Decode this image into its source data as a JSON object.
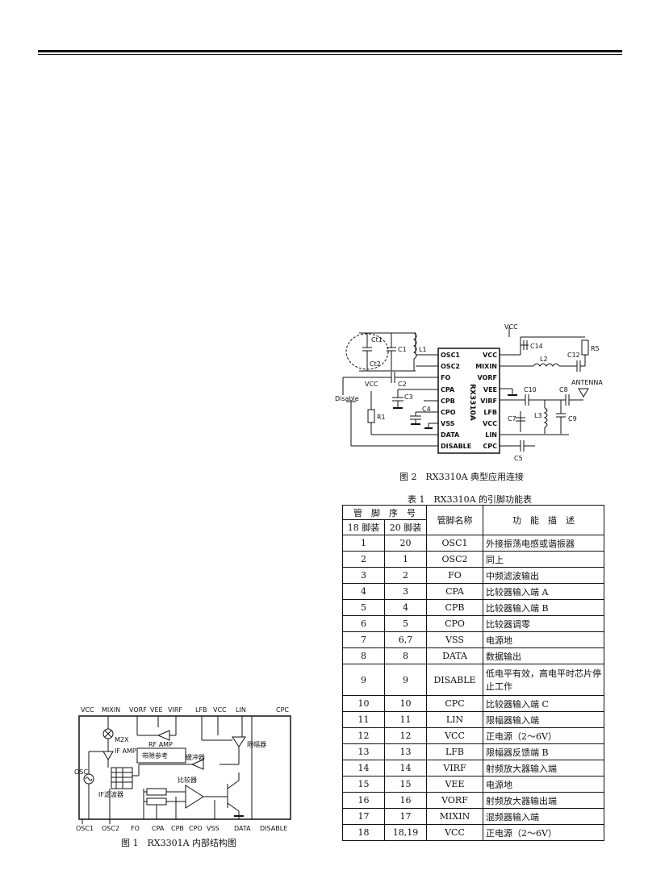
{
  "figure1": {
    "caption": "图 1　RX3301A 内部结构图",
    "pins_top": [
      "VCC",
      "MIXIN",
      "VORF",
      "VEE",
      "VIRF",
      "LFB",
      "VCC",
      "LIN",
      "CPC"
    ],
    "pins_bottom": [
      "OSC1",
      "OSC2",
      "FO",
      "CPA",
      "CPB",
      "CPO",
      "VSS",
      "DATA",
      "DISABLE"
    ],
    "osc_label": "OSC",
    "mixer_label": "M2X",
    "if_amp_label": "IF AMP",
    "rf_amp_label": "RF AMP",
    "if_filter_label": "IF滤波器",
    "buffer_label": "缓冲器",
    "limiter_label": "限幅器",
    "comparator_label": "比较器",
    "note_label": "带隙参考"
  },
  "figure2": {
    "caption": "图 2　RX3310A 典型应用连接",
    "chip_name": "RX3310A",
    "left_pins": [
      "OSC1",
      "OSC2",
      "FO",
      "CPA",
      "CPB",
      "CPO",
      "VSS",
      "DATA",
      "DISABLE"
    ],
    "right_pins": [
      "VCC",
      "MIXIN",
      "VORF",
      "VEE",
      "VIRF",
      "LFB",
      "VCC",
      "LIN",
      "CPC"
    ],
    "labels": {
      "vcc_top": "VCC",
      "vcc_left": "VCC",
      "disable": "Disable",
      "antenna": "ANTENNA",
      "ct1": "Ct1",
      "ct2": "Ct2",
      "c1": "C1",
      "l1": "L1",
      "c2": "C2",
      "c3": "C3",
      "c4": "C4",
      "r1": "R1",
      "c14": "C14",
      "l2": "L2",
      "c12": "C12",
      "r5": "R5",
      "c10": "C10",
      "c8": "C8",
      "c7": "C7",
      "l3": "L3",
      "c9": "C9",
      "c5": "C5"
    }
  },
  "table1": {
    "caption": "表 1　RX3310A 的引脚功能表",
    "header_group": "管　脚　序　号",
    "header_18": "18 脚装",
    "header_20": "20 脚装",
    "header_name": "管脚名称",
    "header_func": "功　能　描　述",
    "rows": [
      {
        "p18": "1",
        "p20": "20",
        "name": "OSC1",
        "func": "外接振荡电感或谐振器"
      },
      {
        "p18": "2",
        "p20": "1",
        "name": "OSC2",
        "func": "同上"
      },
      {
        "p18": "3",
        "p20": "2",
        "name": "FO",
        "func": "中频滤波输出"
      },
      {
        "p18": "4",
        "p20": "3",
        "name": "CPA",
        "func": "比较器输入端 A"
      },
      {
        "p18": "5",
        "p20": "4",
        "name": "CPB",
        "func": "比较器输入端 B"
      },
      {
        "p18": "6",
        "p20": "5",
        "name": "CPO",
        "func": "比较器调零"
      },
      {
        "p18": "7",
        "p20": "6,7",
        "name": "VSS",
        "func": "电源地"
      },
      {
        "p18": "8",
        "p20": "8",
        "name": "DATA",
        "func": "数据输出"
      },
      {
        "p18": "9",
        "p20": "9",
        "name": "DISABLE",
        "func": "低电平有效，高电平时芯片停止工作"
      },
      {
        "p18": "10",
        "p20": "10",
        "name": "CPC",
        "func": "比较器输入端 C"
      },
      {
        "p18": "11",
        "p20": "11",
        "name": "LIN",
        "func": "限幅器输入端"
      },
      {
        "p18": "12",
        "p20": "12",
        "name": "VCC",
        "func": "正电源（2～6V）"
      },
      {
        "p18": "13",
        "p20": "13",
        "name": "LFB",
        "func": "限幅器反馈端 B"
      },
      {
        "p18": "14",
        "p20": "14",
        "name": "VIRF",
        "func": "射频放大器输入端"
      },
      {
        "p18": "15",
        "p20": "15",
        "name": "VEE",
        "func": "电源地"
      },
      {
        "p18": "16",
        "p20": "16",
        "name": "VORF",
        "func": "射频放大器输出端"
      },
      {
        "p18": "17",
        "p20": "17",
        "name": "MIXIN",
        "func": "混频器输入端"
      },
      {
        "p18": "18",
        "p20": "18,19",
        "name": "VCC",
        "func": "正电源（2～6V）"
      }
    ]
  }
}
